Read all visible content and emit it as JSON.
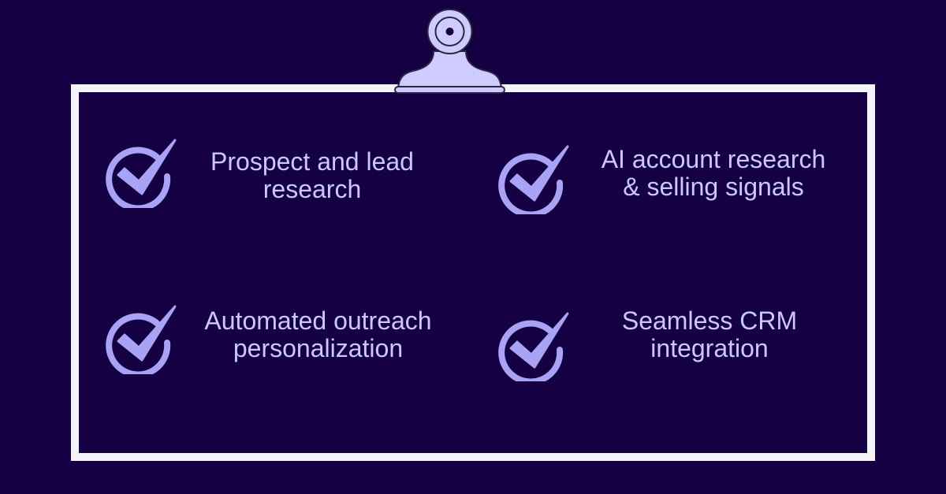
{
  "colors": {
    "background": "#140042",
    "frame": "#f4f3f7",
    "accent": "#a9a3f5",
    "text": "#cbc7ff"
  },
  "features": [
    {
      "line1": "Prospect and lead",
      "line2": "research",
      "icon": "check-circle-icon"
    },
    {
      "line1": "AI account research",
      "line2": "& selling signals",
      "icon": "check-circle-icon"
    },
    {
      "line1": "Automated outreach",
      "line2": "personalization",
      "icon": "check-circle-icon"
    },
    {
      "line1": "Seamless CRM",
      "line2": "integration",
      "icon": "check-circle-icon"
    }
  ]
}
